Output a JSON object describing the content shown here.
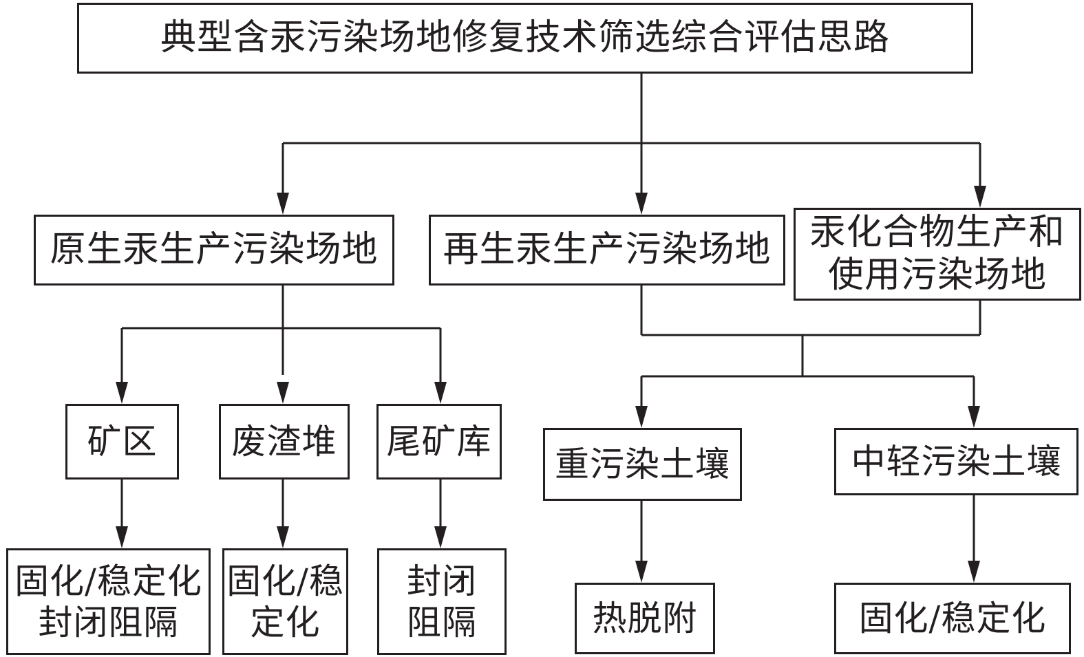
{
  "title": "典型含汞污染场地修复技术筛选综合评估思路",
  "site_types": {
    "primary": "原生汞生产污染场地",
    "secondary": "再生汞生产污染场地",
    "compound": "汞化合物生产和\n使用污染场地"
  },
  "primary_subsites": {
    "mine": "矿区",
    "waste_heap": "废渣堆",
    "tailings": "尾矿库"
  },
  "soil_types": {
    "heavy": "重污染土壤",
    "light": "中轻污染土壤"
  },
  "technologies": {
    "mine": "固化/稳定化\n封闭阻隔",
    "waste_heap": "固化/稳\n定化",
    "tailings": "封闭\n阻隔",
    "heavy": "热脱附",
    "light": "固化/稳定化"
  },
  "colors": {
    "line": "#231f20",
    "background": "#ffffff"
  }
}
